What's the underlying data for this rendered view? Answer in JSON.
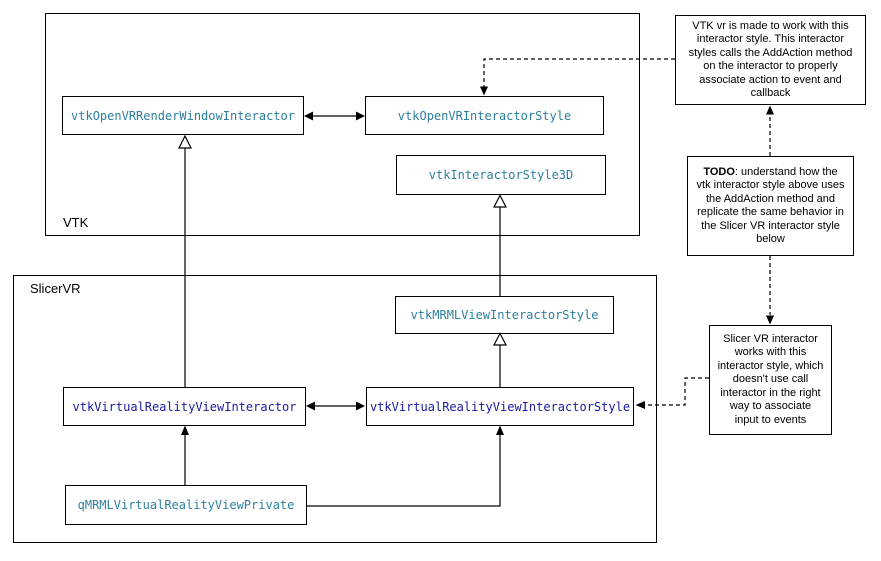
{
  "colors": {
    "background": "#ffffff",
    "border": "#000000",
    "class_name_teal": "#2d7f9e",
    "class_name_navy": "#1a1a9e"
  },
  "groups": {
    "vtk": {
      "label": "VTK"
    },
    "slicervr": {
      "label": "SlicerVR"
    }
  },
  "nodes": {
    "openvr_render_window_interactor": {
      "label": "vtkOpenVRRenderWindowInteractor"
    },
    "openvr_interactor_style": {
      "label": "vtkOpenVRInteractorStyle"
    },
    "interactor_style_3d": {
      "label": "vtkInteractorStyle3D"
    },
    "mrml_view_interactor_style": {
      "label": "vtkMRMLViewInteractorStyle"
    },
    "virtual_reality_view_interactor": {
      "label": "vtkVirtualRealityViewInteractor"
    },
    "virtual_reality_view_interactor_style": {
      "label": "vtkVirtualRealityViewInteractorStyle"
    },
    "qmrml_virtual_reality_view_private": {
      "label": "qMRMLVirtualRealityViewPrivate"
    }
  },
  "notes": {
    "vtk_note": {
      "text": "VTK vr is made to work with this\ninteractor style. This interactor\nstyles calls the AddAction method\non the interactor to properly\nassociate action to event and\ncallback"
    },
    "todo_note": {
      "label_bold": "TODO",
      "text": ": understand how the\nvtk interactor style above uses\nthe AddAction method and\nreplicate the same behavior in\nthe Slicer VR interactor style\nbelow"
    },
    "slicer_note": {
      "text": "Slicer VR interactor\nworks with this\ninteractor style, which\ndoesn't use call\ninteractor in the right\nway to associate\ninput to events"
    }
  }
}
